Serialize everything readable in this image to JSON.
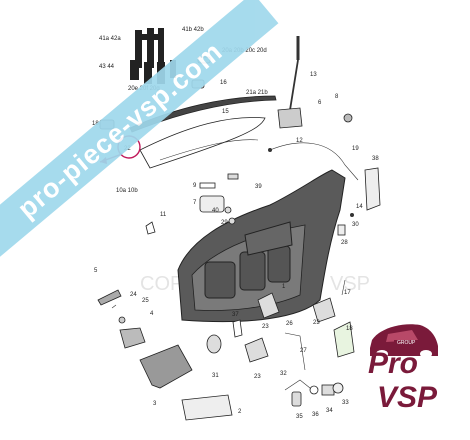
{
  "watermark": {
    "banner_text": "pro-piece-vsp.com",
    "copyright_text": "COPYRIGHT",
    "copyright_brand": "VSP",
    "banner_color": "#9fd8ec"
  },
  "logo": {
    "brand": "Pro",
    "sub": "VSP",
    "group": "GROUP",
    "color": "#7a1a3a"
  },
  "callout": {
    "label": "22",
    "color": "#c0185a"
  },
  "part_labels": [
    {
      "id": "p41a42a",
      "text": "41a 42a"
    },
    {
      "id": "p41b",
      "text": "41b 42b"
    },
    {
      "id": "p4344",
      "text": "43  44"
    },
    {
      "id": "p20",
      "text": "20a 20b 20c 20d"
    },
    {
      "id": "p20e",
      "text": "20e 20f 20g"
    },
    {
      "id": "p13",
      "text": "13"
    },
    {
      "id": "p16",
      "text": "16"
    },
    {
      "id": "p21",
      "text": "21a 21b"
    },
    {
      "id": "p6",
      "text": "6"
    },
    {
      "id": "p8",
      "text": "8"
    },
    {
      "id": "p15",
      "text": "15"
    },
    {
      "id": "p18",
      "text": "18"
    },
    {
      "id": "p12",
      "text": "12"
    },
    {
      "id": "p19",
      "text": "19"
    },
    {
      "id": "p38",
      "text": "38"
    },
    {
      "id": "p9",
      "text": "9"
    },
    {
      "id": "p39",
      "text": "39"
    },
    {
      "id": "p10",
      "text": "10a 10b"
    },
    {
      "id": "p7",
      "text": "7"
    },
    {
      "id": "p40",
      "text": "40"
    },
    {
      "id": "p29",
      "text": "29"
    },
    {
      "id": "p11",
      "text": "11"
    },
    {
      "id": "p14",
      "text": "14"
    },
    {
      "id": "p30",
      "text": "30"
    },
    {
      "id": "p28",
      "text": "28"
    },
    {
      "id": "p5",
      "text": "5"
    },
    {
      "id": "p24",
      "text": "24"
    },
    {
      "id": "p25",
      "text": "25"
    },
    {
      "id": "p4",
      "text": "4"
    },
    {
      "id": "p17",
      "text": "17"
    },
    {
      "id": "p1",
      "text": "1"
    },
    {
      "id": "p37",
      "text": "37"
    },
    {
      "id": "p26",
      "text": "26"
    },
    {
      "id": "p23a",
      "text": "23"
    },
    {
      "id": "p23b",
      "text": "23"
    },
    {
      "id": "p23c",
      "text": "23"
    },
    {
      "id": "p18b",
      "text": "18"
    },
    {
      "id": "p27",
      "text": "27"
    },
    {
      "id": "p31",
      "text": "31"
    },
    {
      "id": "p3",
      "text": "3"
    },
    {
      "id": "p2",
      "text": "2"
    },
    {
      "id": "p32",
      "text": "32"
    },
    {
      "id": "p35",
      "text": "35"
    },
    {
      "id": "p36",
      "text": "36"
    },
    {
      "id": "p34",
      "text": "34"
    },
    {
      "id": "p33",
      "text": "33"
    }
  ]
}
